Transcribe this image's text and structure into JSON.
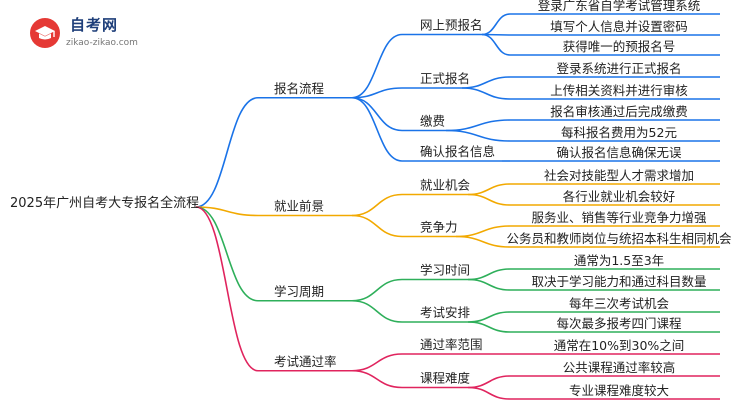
{
  "logo": {
    "name": "自考网",
    "url": "zikao-zikao.com"
  },
  "mindmap": {
    "root": "2025年广州自考大专报名全流程",
    "branches": [
      {
        "label": "报名流程",
        "color": "#1a73e8",
        "children": [
          {
            "label": "网上预报名",
            "leaves": [
              "登录广东省自学考试管理系统",
              "填写个人信息并设置密码",
              "获得唯一的预报名号"
            ]
          },
          {
            "label": "正式报名",
            "leaves": [
              "登录系统进行正式报名",
              "上传相关资料并进行审核"
            ]
          },
          {
            "label": "缴费",
            "leaves": [
              "报名审核通过后完成缴费",
              "每科报名费用为52元"
            ]
          },
          {
            "label": "确认报名信息",
            "leaves": [
              "确认报名信息确保无误"
            ]
          }
        ]
      },
      {
        "label": "就业前景",
        "color": "#f2a900",
        "children": [
          {
            "label": "就业机会",
            "leaves": [
              "社会对技能型人才需求增加",
              "各行业就业机会较好"
            ]
          },
          {
            "label": "竞争力",
            "leaves": [
              "服务业、销售等行业竞争力增强",
              "公务员和教师岗位与统招本科生相同机会"
            ]
          }
        ]
      },
      {
        "label": "学习周期",
        "color": "#2eaf5a",
        "children": [
          {
            "label": "学习时间",
            "leaves": [
              "通常为1.5至3年",
              "取决于学习能力和通过科目数量"
            ]
          },
          {
            "label": "考试安排",
            "leaves": [
              "每年三次考试机会",
              "每次最多报考四门课程"
            ]
          }
        ]
      },
      {
        "label": "考试通过率",
        "color": "#e0245e",
        "children": [
          {
            "label": "通过率范围",
            "leaves": [
              "通常在10%到30%之间"
            ]
          },
          {
            "label": "课程难度",
            "leaves": [
              "公共课程通过率较高",
              "专业课程难度较大"
            ]
          }
        ]
      }
    ]
  }
}
